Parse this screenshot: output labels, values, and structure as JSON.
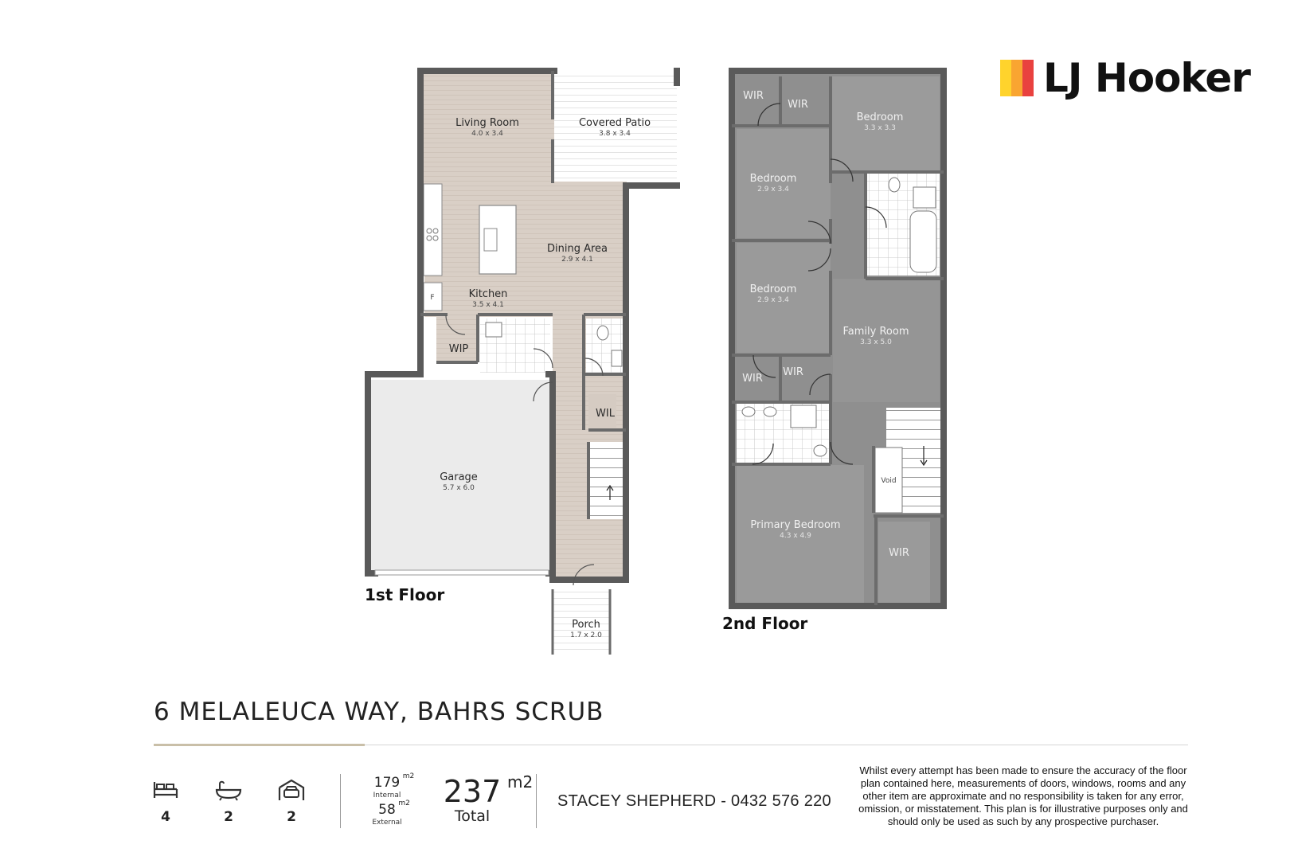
{
  "brand": {
    "name": "LJ Hooker",
    "bar_colors": [
      "#FFD32C",
      "#F9A531",
      "#E9413F"
    ]
  },
  "floors": {
    "first": {
      "label": "1st Floor",
      "rooms": {
        "living_room": {
          "name": "Living Room",
          "dims": "4.0 x 3.4"
        },
        "covered_patio": {
          "name": "Covered Patio",
          "dims": "3.8 x 3.4"
        },
        "dining_area": {
          "name": "Dining Area",
          "dims": "2.9 x 4.1"
        },
        "kitchen": {
          "name": "Kitchen",
          "dims": "3.5 x 4.1"
        },
        "garage": {
          "name": "Garage",
          "dims": "5.7 x 6.0"
        },
        "porch": {
          "name": "Porch",
          "dims": "1.7 x 2.0"
        }
      },
      "labels": {
        "wip": "WIP",
        "wil": "WIL",
        "fridge": "F"
      }
    },
    "second": {
      "label": "2nd Floor",
      "rooms": {
        "bedroom_1": {
          "name": "Bedroom",
          "dims": "3.3 x 3.3"
        },
        "bedroom_2": {
          "name": "Bedroom",
          "dims": "2.9 x 3.4"
        },
        "bedroom_3": {
          "name": "Bedroom",
          "dims": "2.9 x 3.4"
        },
        "family_room": {
          "name": "Family Room",
          "dims": "3.3 x 5.0"
        },
        "primary_bedroom": {
          "name": "Primary Bedroom",
          "dims": "4.3 x 4.9"
        }
      },
      "labels": {
        "wir": "WIR",
        "void": "Void"
      }
    }
  },
  "address": "6 MELALEUCA WAY, BAHRS SCRUB",
  "features": {
    "bedrooms": {
      "icon": "bed-icon",
      "count": "4"
    },
    "bathrooms": {
      "icon": "bath-icon",
      "count": "2"
    },
    "garages": {
      "icon": "car-icon",
      "count": "2"
    }
  },
  "areas": {
    "internal": {
      "value": "179",
      "unit": "m2",
      "label": "Internal"
    },
    "external": {
      "value": "58",
      "unit": "m2",
      "label": "External"
    },
    "total": {
      "value": "237",
      "unit": "m2",
      "label": "Total"
    }
  },
  "agent": "STACEY SHEPHERD - 0432 576 220",
  "disclaimer": "Whilst every attempt has been made to ensure the accuracy of the floor plan contained here, measurements of doors, windows, rooms and any other item are approximate and no responsibility is taken for any error, omission, or misstatement. This plan is for illustrative purposes only and should only be used as such by any prospective purchaser."
}
